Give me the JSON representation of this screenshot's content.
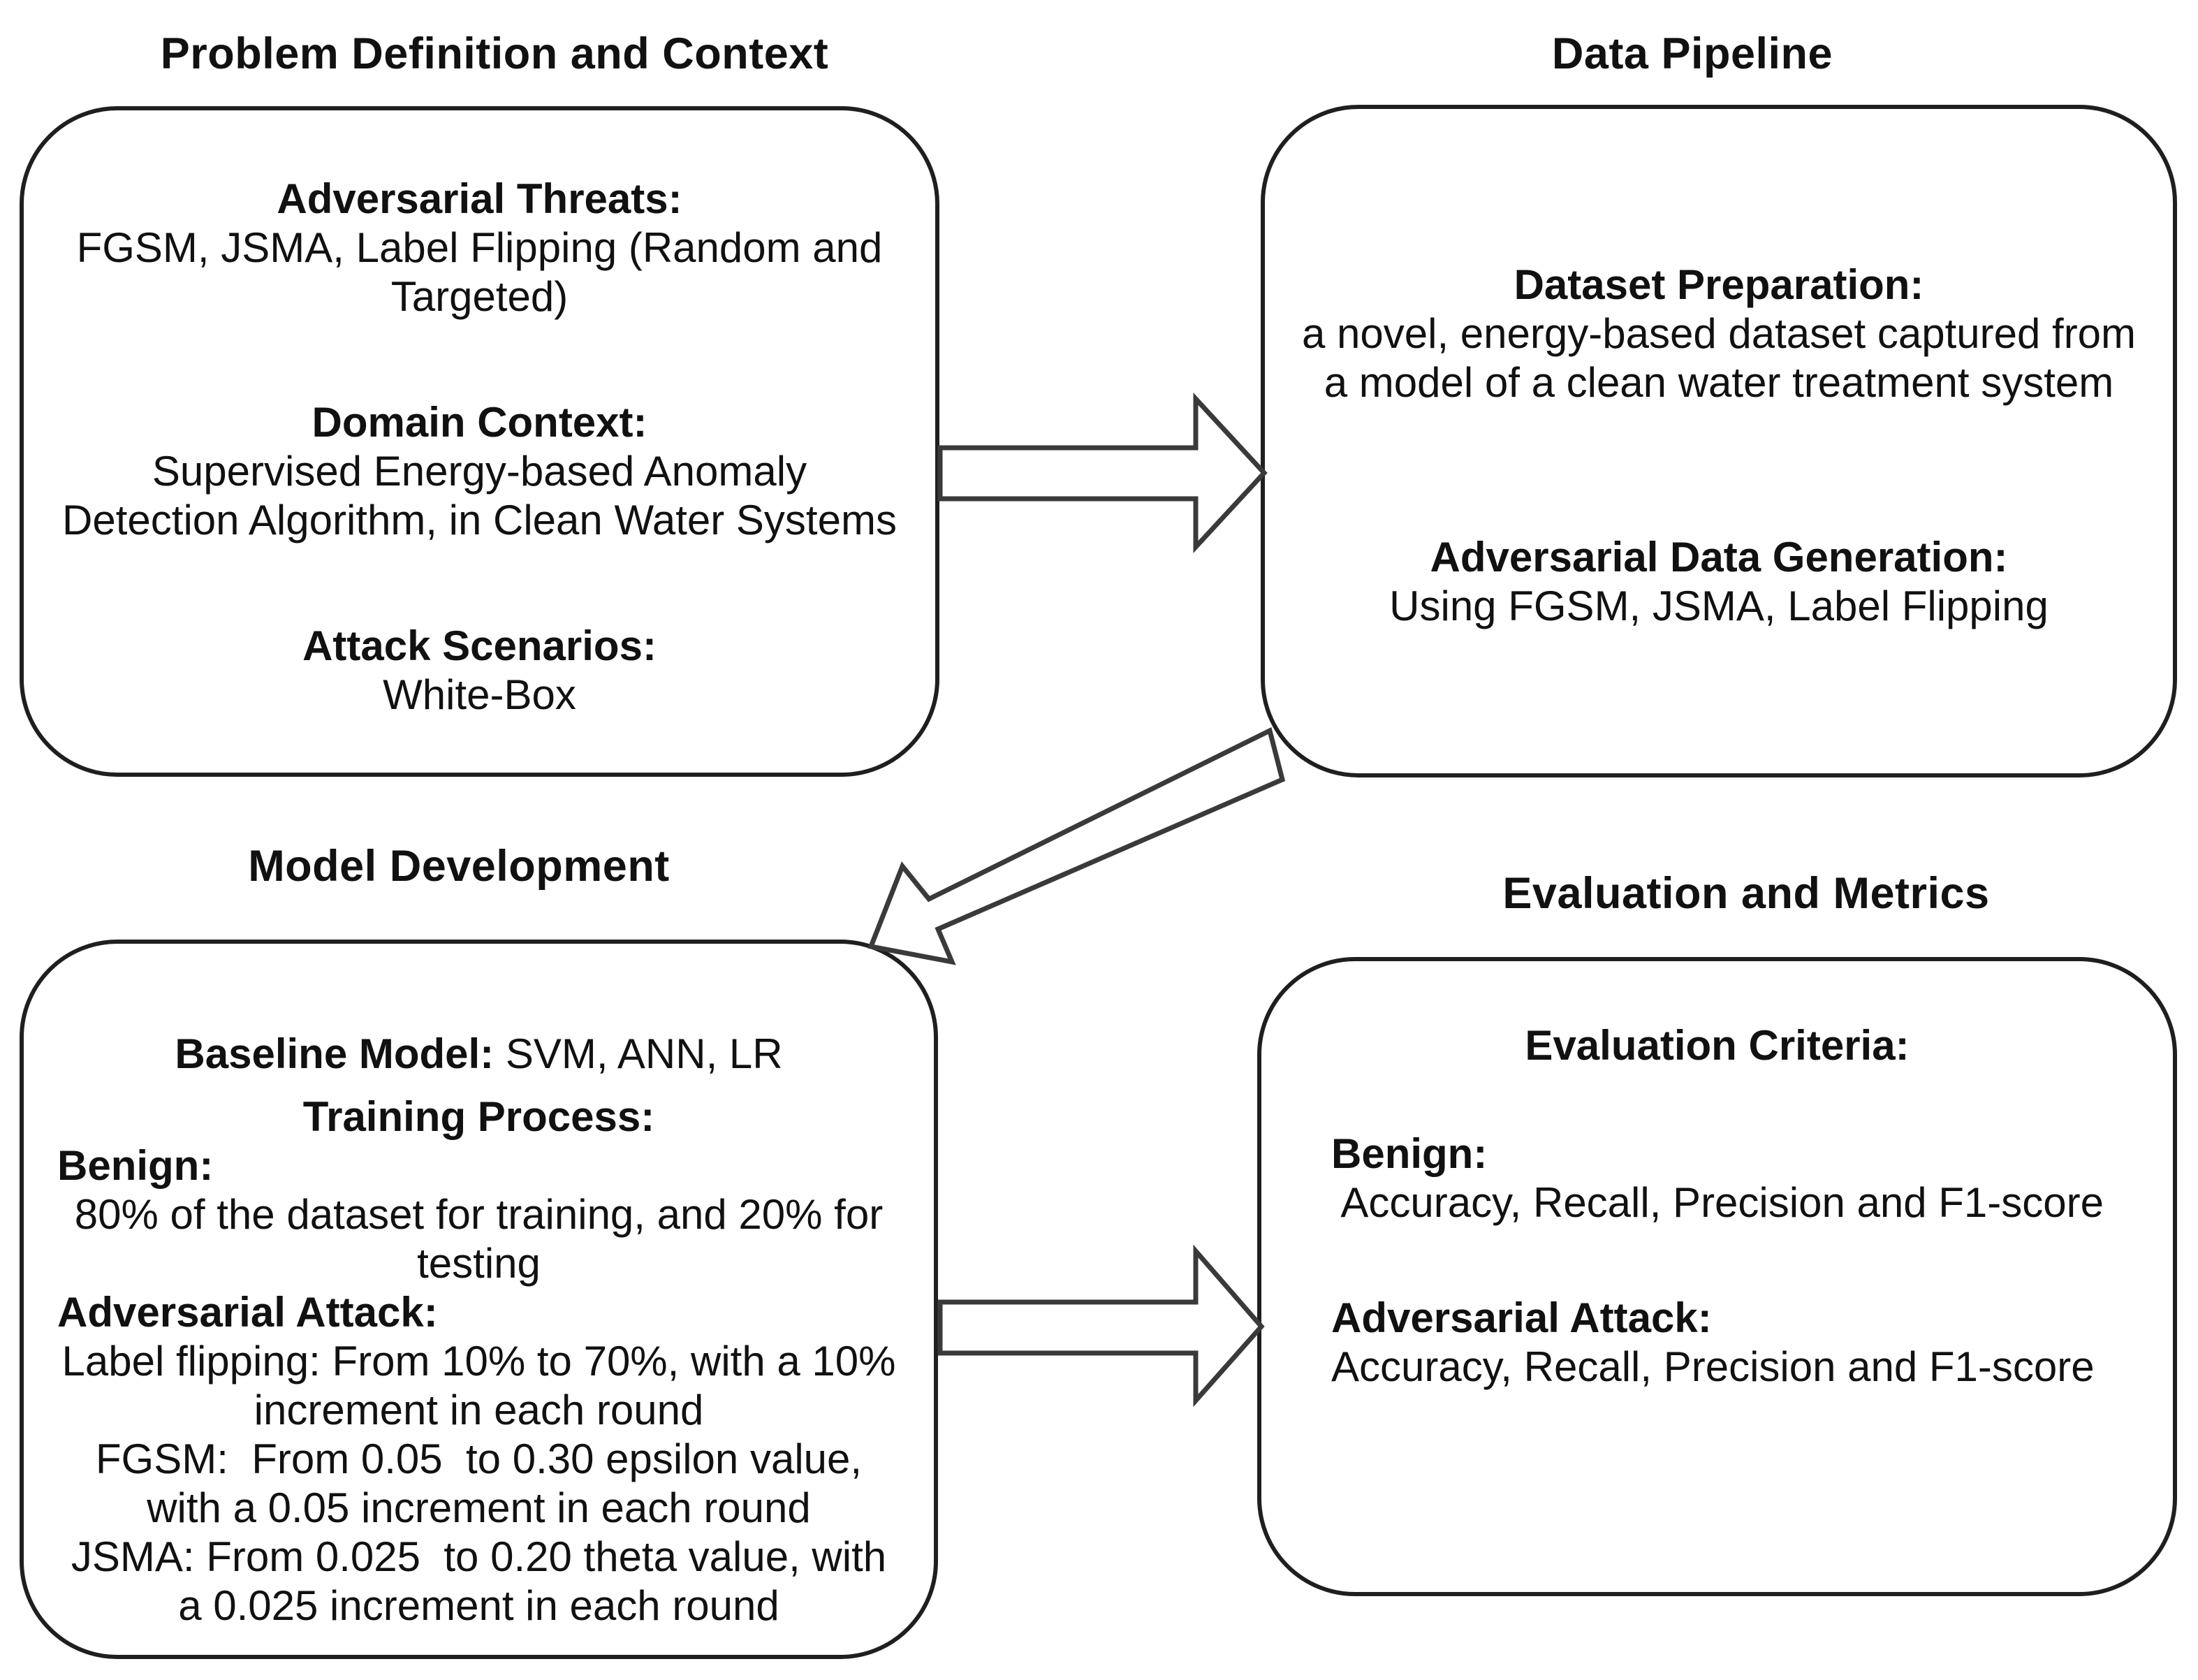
{
  "colors": {
    "background": "#ffffff",
    "line": "#1f1f1f",
    "arrow_outline": "#3a3a3a",
    "text": "#111111"
  },
  "boxes": {
    "problem": {
      "title": "Problem Definition and Context",
      "threats_heading": "Adversarial Threats:",
      "threats_line1": "FGSM, JSMA, Label Flipping (Random and",
      "threats_line2": "Targeted)",
      "domain_heading": "Domain Context:",
      "domain_line1": "Supervised Energy-based Anomaly",
      "domain_line2": "Detection Algorithm, in Clean Water Systems",
      "attack_heading": "Attack Scenarios:",
      "attack_line1": "White-Box"
    },
    "pipeline": {
      "title": "Data Pipeline",
      "dataset_heading": "Dataset Preparation:",
      "dataset_line1": "a novel, energy-based dataset captured from",
      "dataset_line2": "a model of a clean water treatment system",
      "generation_heading": "Adversarial Data Generation:",
      "generation_line1": "Using FGSM, JSMA, Label Flipping"
    },
    "model": {
      "title": "Model Development",
      "baseline_heading": "Baseline Model:",
      "baseline_value": " SVM, ANN, LR",
      "training_heading": "Training Process:",
      "benign_heading": "Benign:",
      "benign_line1": "80% of the dataset for training, and 20% for",
      "benign_line2": "testing",
      "attack_heading": "Adversarial Attack:",
      "attack_line1": "Label flipping: From 10% to 70%, with a 10%",
      "attack_line2": "increment in each round",
      "attack_line3": "FGSM:  From 0.05  to 0.30 epsilon value,",
      "attack_line4": "with a 0.05 increment in each round",
      "attack_line5": "JSMA: From 0.025  to 0.20 theta value, with",
      "attack_line6": "a 0.025 increment in each round"
    },
    "evaluation": {
      "title": "Evaluation and Metrics",
      "criteria_heading": "Evaluation Criteria:",
      "benign_heading": "Benign:",
      "benign_line1": " Accuracy, Recall, Precision and F1-score",
      "attack_heading": "Adversarial Attack:",
      "attack_line1": "Accuracy, Recall, Precision and F1-score"
    }
  }
}
